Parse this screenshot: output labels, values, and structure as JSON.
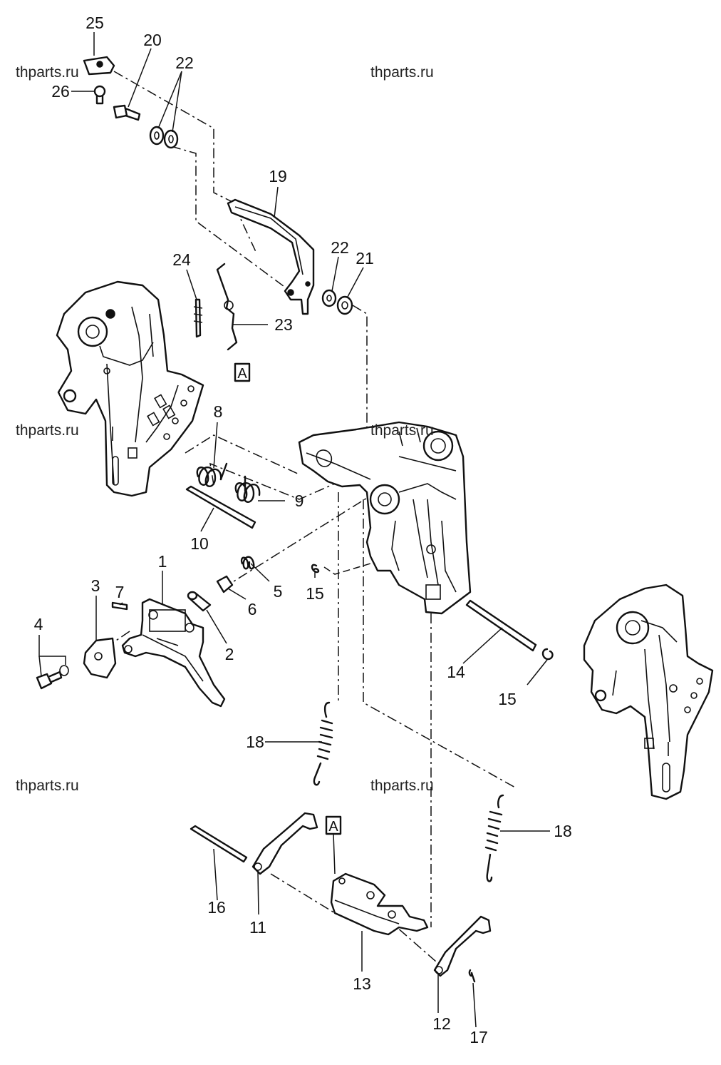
{
  "watermark": {
    "text": "thparts.ru"
  },
  "callouts": {
    "n1": "1",
    "n2": "2",
    "n3": "3",
    "n4": "4",
    "n5": "5",
    "n6": "6",
    "n7": "7",
    "n8": "8",
    "n9": "9",
    "n10": "10",
    "n11": "11",
    "n12": "12",
    "n13": "13",
    "n14": "14",
    "n15a": "15",
    "n15b": "15",
    "n16": "16",
    "n17": "17",
    "n18a": "18",
    "n18b": "18",
    "n19": "19",
    "n20": "20",
    "n21": "21",
    "n22a": "22",
    "n22b": "22",
    "n23": "23",
    "n24": "24",
    "n25": "25",
    "n26": "26"
  },
  "ref_marks": {
    "a1": "A",
    "a2": "A"
  }
}
